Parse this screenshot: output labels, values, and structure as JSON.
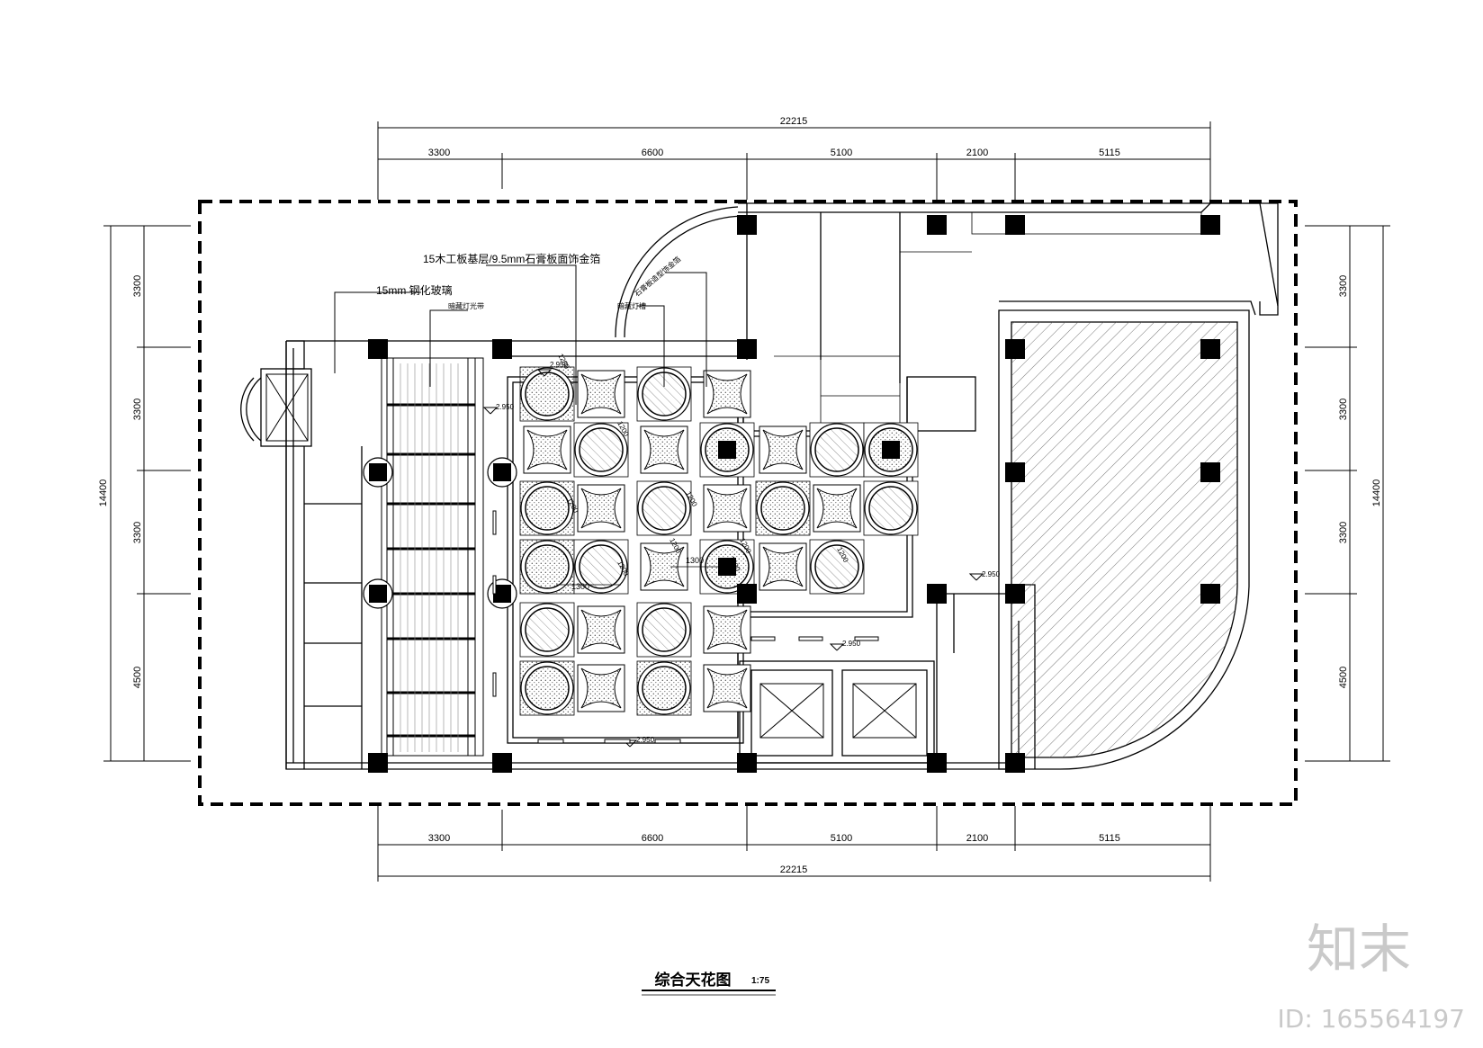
{
  "drawing": {
    "title": "综合天花图",
    "scale": "1:75"
  },
  "dimensions": {
    "total": "22215",
    "segments": [
      "3300",
      "6600",
      "5100",
      "2100",
      "5115"
    ],
    "total_vertical": "14400",
    "vertical_segments": [
      "3300",
      "3300",
      "3300",
      "4500"
    ]
  },
  "annotations": {
    "ceiling_material": "15木工板基层/9.5mm石膏板面饰金箔",
    "steel_glass": "15mm 钢化玻璃",
    "backlit": "暗藏灯光带",
    "gypsum_gold": "石膏板造型饰金箔",
    "lamp_trough": "暗藏灯槽",
    "level_marks": [
      "2.950",
      "2.950",
      "2.950",
      "2.950",
      "2.950"
    ],
    "spacing_marks": [
      "1300",
      "1300"
    ],
    "circle_dims": [
      "1200",
      "1200",
      "1200",
      "1200",
      "1200",
      "1200",
      "1200",
      "1200",
      "1200"
    ]
  },
  "watermark": {
    "brand": "知末",
    "id": "ID: 165564197"
  },
  "colors": {
    "ink": "#000000",
    "watermark": "#c9c9c9"
  }
}
